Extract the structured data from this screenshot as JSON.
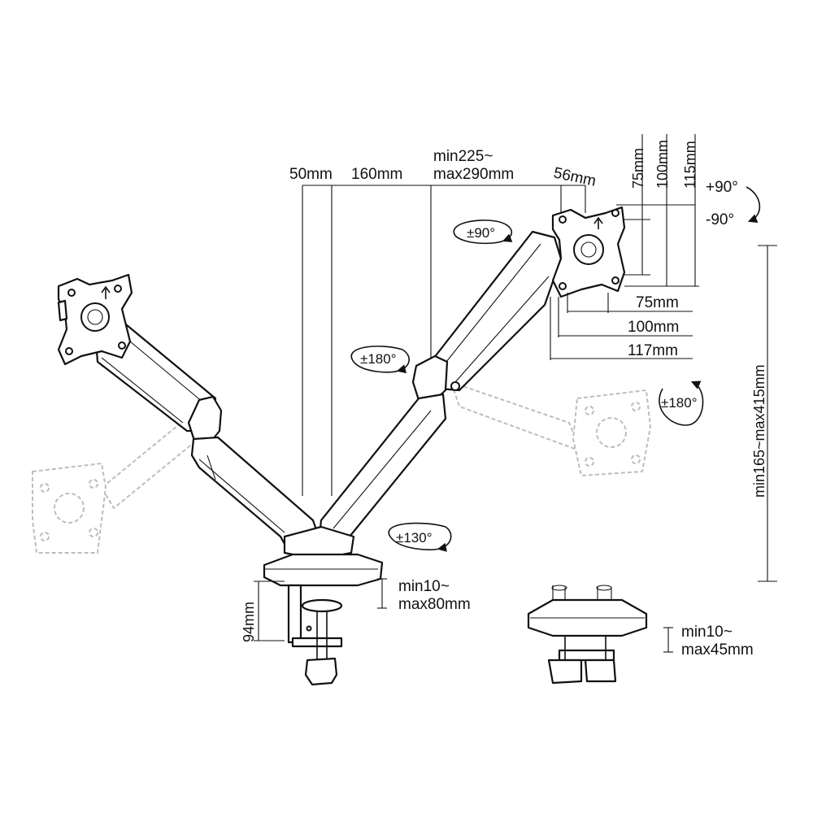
{
  "labels": {
    "reach_50": "50mm",
    "reach_160": "160mm",
    "arm_min": "min225~",
    "arm_max": "max290mm",
    "offset_56": "56mm",
    "vesa_v75": "75mm",
    "vesa_v100": "100mm",
    "vesa_v115": "115mm",
    "vesa_h75": "75mm",
    "vesa_h100": "100mm",
    "vesa_h117": "117mm",
    "tilt_up": "+90°",
    "tilt_down": "-90°",
    "rot_head": "±90°",
    "rot_180_upper": "±180°",
    "rot_180_right": "±180°",
    "rot_130": "±130°",
    "height_range": "min165~max415mm",
    "clamp_min": "min10~",
    "clamp_max": "max80mm",
    "base_height": "94mm",
    "grommet_min": "min10~",
    "grommet_max": "max45mm"
  },
  "icons": {
    "rotation": "rotation-arrow-icon",
    "up_arrow": "up-arrow-icon"
  },
  "colors": {
    "line": "#111111",
    "ghost": "#bdbdbd"
  }
}
